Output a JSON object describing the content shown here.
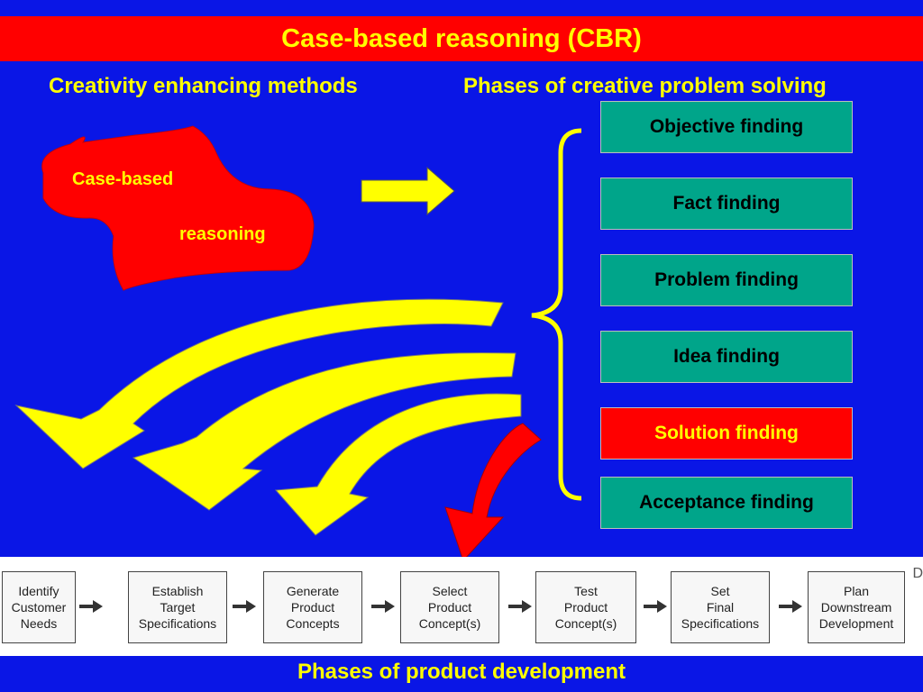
{
  "title": "Case-based reasoning (CBR)",
  "subheadings": {
    "left": "Creativity enhancing methods",
    "right": "Phases of creative problem solving"
  },
  "cbr_shape": {
    "line1": "Case-based",
    "line2": "reasoning",
    "color": "#ff0000"
  },
  "creative_phases": [
    {
      "label": "Objective finding"
    },
    {
      "label": "Fact finding"
    },
    {
      "label": "Problem finding"
    },
    {
      "label": "Idea finding"
    },
    {
      "label": "Solution finding",
      "highlighted": true
    },
    {
      "label": "Acceptance finding"
    }
  ],
  "product_development_steps": [
    {
      "label": "Identify\nCustomer\nNeeds"
    },
    {
      "label": "Establish\nTarget\nSpecifications"
    },
    {
      "label": "Generate\nProduct\nConcepts"
    },
    {
      "label": "Select\nProduct\nConcept(s)"
    },
    {
      "label": "Test\nProduct\nConcept(s)"
    },
    {
      "label": "Set\nFinal\nSpecifications"
    },
    {
      "label": "Plan\nDownstream\nDevelopment"
    }
  ],
  "strip_edge_text": "D",
  "bottom_label": "Phases of product development",
  "colors": {
    "background": "#0a16e6",
    "title_bar": "#ff0000",
    "accent_text": "#ffff00",
    "phase_box": "#00a58a",
    "highlight_box": "#ff0000",
    "arrow_yellow": "#ffff00",
    "arrow_red": "#ff0000"
  }
}
